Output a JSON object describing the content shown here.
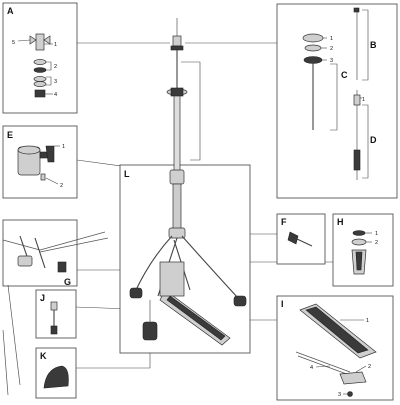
{
  "callouts": {
    "A": {
      "letter": "A",
      "numbers": [
        "1",
        "2",
        "3",
        "4",
        "5"
      ]
    },
    "B": {
      "letter": "B"
    },
    "C": {
      "letter": "C",
      "numbers": [
        "1",
        "2",
        "3"
      ]
    },
    "D": {
      "letter": "D",
      "numbers": [
        "1"
      ]
    },
    "E": {
      "letter": "E",
      "numbers": [
        "1",
        "2"
      ]
    },
    "F": {
      "letter": "F"
    },
    "G": {
      "letter": "G"
    },
    "H": {
      "letter": "H",
      "numbers": [
        "1",
        "2"
      ]
    },
    "I": {
      "letter": "I",
      "numbers": [
        "1",
        "2",
        "3",
        "4"
      ]
    },
    "J": {
      "letter": "J"
    },
    "K": {
      "letter": "K"
    },
    "L": {
      "letter": "L"
    }
  }
}
